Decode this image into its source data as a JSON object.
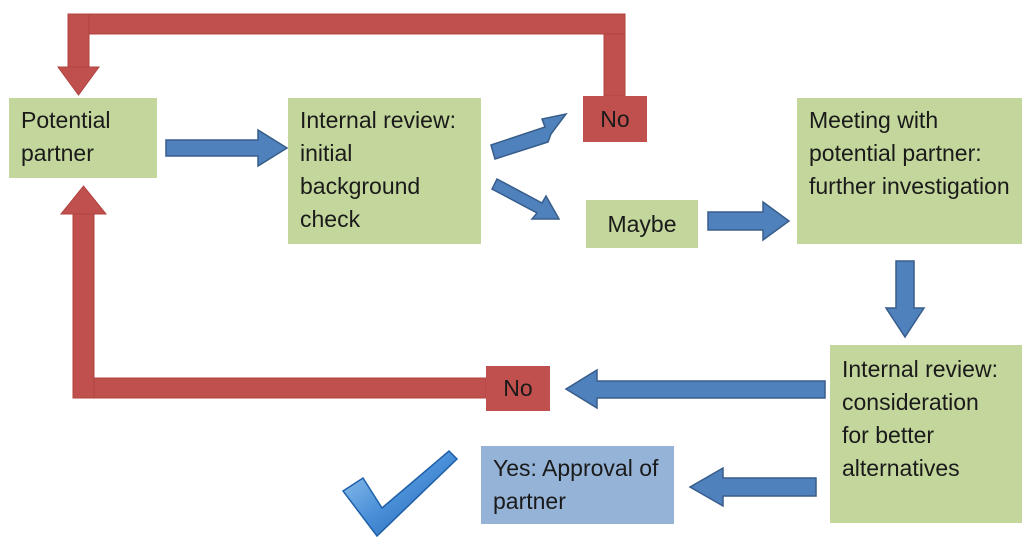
{
  "nodes": {
    "potential_partner": "Potential partner",
    "internal_review_initial": "Internal review: initial background check",
    "no_top": "No",
    "maybe": "Maybe",
    "meeting": "Meeting with potential partner: further investigation",
    "internal_review_consideration": "Internal review: consideration for better alternatives",
    "no_bottom": "No",
    "yes_approval": "Yes: Approval of partner"
  },
  "colors": {
    "step_box": "#c3d69b",
    "rejection_box": "#c0504d",
    "approval_box": "#95b3d7",
    "flow_arrow": "#4f81bd",
    "return_arrow": "#c0504d",
    "checkmark": "#3b7fc4"
  },
  "icons": {
    "approval_mark": "checkmark-icon"
  }
}
